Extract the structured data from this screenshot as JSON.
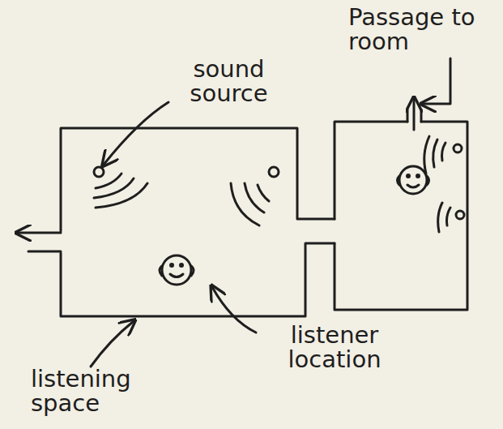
{
  "diagram": {
    "labels": [
      "sound source",
      "Passage to room",
      "listener location",
      "listening space"
    ]
  }
}
